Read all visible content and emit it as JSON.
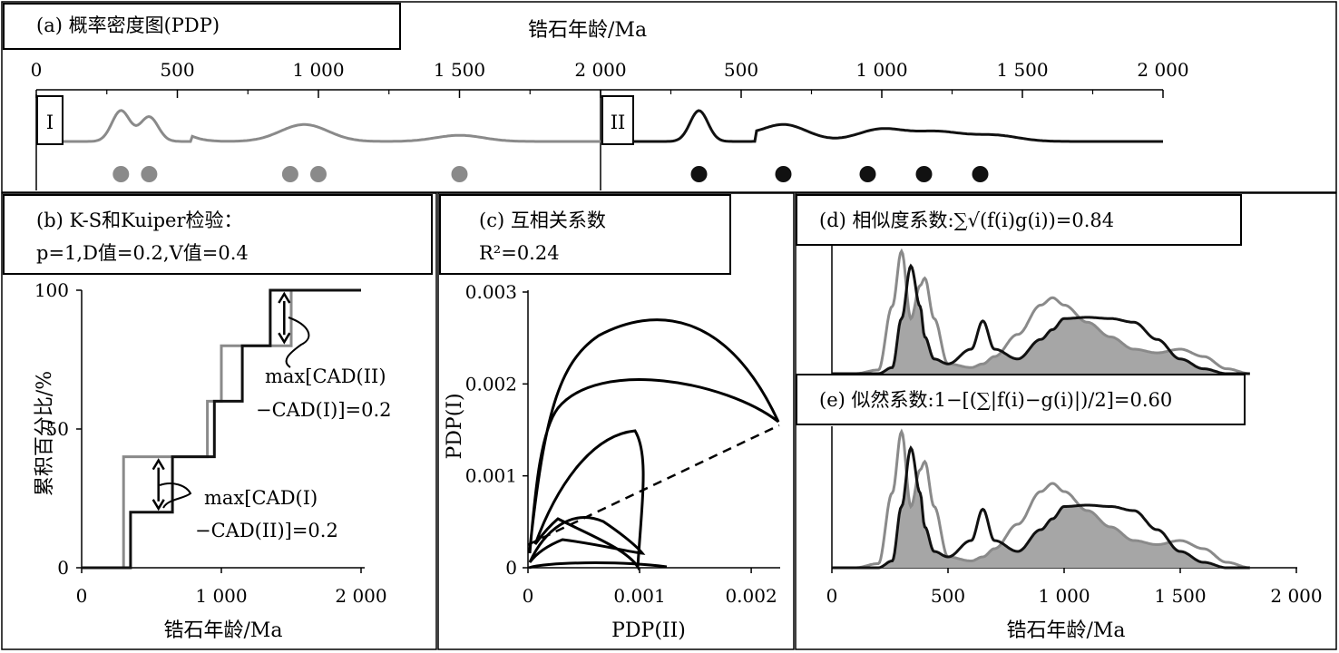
{
  "colors": {
    "sample_I": "#8a8a8a",
    "sample_II": "#111111",
    "fill": "#a6a6a6"
  },
  "chart_data": [
    {
      "panel": "a",
      "type": "line",
      "title": "(a) 概率密度图(PDP)",
      "xlabel": "锆石年龄/Ma",
      "xticks": [
        "0",
        "500",
        "1 000",
        "1 500",
        "2 000"
      ],
      "xticks_II": [
        "500",
        "1 000",
        "1 500",
        "2 000"
      ],
      "xlim": [
        0,
        2000
      ],
      "sample_labels": [
        "I",
        "II"
      ],
      "series": [
        {
          "name": "I",
          "peaks": [
            {
              "x": 300,
              "h": 1.0
            },
            {
              "x": 400,
              "h": 0.8
            },
            {
              "x": 950,
              "h": 0.55
            },
            {
              "x": 1500,
              "h": 0.2
            }
          ],
          "dots": [
            300,
            400,
            900,
            1000,
            1500
          ]
        },
        {
          "name": "II",
          "peaks": [
            {
              "x": 350,
              "h": 1.0
            },
            {
              "x": 650,
              "h": 0.55
            },
            {
              "x": 1000,
              "h": 0.4
            },
            {
              "x": 1200,
              "h": 0.3
            },
            {
              "x": 1400,
              "h": 0.2
            }
          ],
          "dots": [
            350,
            650,
            950,
            1150,
            1350
          ]
        }
      ]
    },
    {
      "panel": "b",
      "type": "line",
      "title_line1": "(b) K-S和Kuiper检验：",
      "title_line2": "p=1,D值=0.2,V值=0.4",
      "xlabel": "锆石年龄/Ma",
      "ylabel": "累积百分比/%",
      "xlim": [
        0,
        2000
      ],
      "ylim": [
        0,
        100
      ],
      "xticks": [
        "0",
        "1 000",
        "2 000"
      ],
      "yticks": [
        "0",
        "50",
        "100"
      ],
      "series": [
        {
          "name": "I",
          "x": [
            0,
            300,
            300,
            400,
            400,
            900,
            900,
            1000,
            1000,
            1500,
            1500,
            2000
          ],
          "y": [
            0,
            0,
            40,
            40,
            40,
            40,
            60,
            60,
            80,
            80,
            100,
            100
          ]
        },
        {
          "name": "II",
          "x": [
            0,
            350,
            350,
            650,
            650,
            950,
            950,
            1150,
            1150,
            1350,
            1350,
            2000
          ],
          "y": [
            0,
            0,
            20,
            20,
            40,
            40,
            60,
            60,
            80,
            80,
            100,
            100
          ]
        }
      ],
      "annotations": [
        {
          "line1": "max[CAD(II)",
          "line2": "−CAD(I)]=0.2",
          "x": 1450,
          "y1": 80,
          "y2": 100
        },
        {
          "line1": "max[CAD(I)",
          "line2": "−CAD(II)]=0.2",
          "x": 550,
          "y1": 20,
          "y2": 40
        }
      ]
    },
    {
      "panel": "c",
      "type": "line",
      "title_line1": "(c) 互相关系数",
      "title_line2": "R²=0.24",
      "xlabel": "PDP(II)",
      "ylabel": "PDP(I)",
      "xlim": [
        0,
        0.0023
      ],
      "ylim": [
        0,
        0.003
      ],
      "xticks": [
        "0",
        "0.001",
        "0.002"
      ],
      "yticks": [
        "0",
        "0.001",
        "0.002",
        "0.003"
      ],
      "regression_line": {
        "x": [
          0,
          0.00225
        ],
        "y": [
          0.00025,
          0.00155
        ]
      }
    },
    {
      "panel": "d",
      "type": "area",
      "title_prefix": "(d) 相似度系数:",
      "title_formula": "∑√(f(i)g(i))=0.84",
      "xlim": [
        0,
        2000
      ],
      "x_dense": [
        0,
        100,
        200,
        260,
        300,
        340,
        380,
        400,
        440,
        500,
        600,
        650,
        700,
        800,
        900,
        950,
        1000,
        1100,
        1200,
        1300,
        1400,
        1500,
        1600,
        1700,
        1800
      ],
      "series": [
        {
          "name": "I",
          "y": [
            0,
            0,
            0.03,
            0.55,
            1.0,
            0.45,
            0.72,
            0.78,
            0.45,
            0.08,
            0.05,
            0.08,
            0.14,
            0.32,
            0.56,
            0.62,
            0.56,
            0.42,
            0.3,
            0.2,
            0.17,
            0.2,
            0.14,
            0.04,
            0
          ]
        },
        {
          "name": "II",
          "y": [
            0,
            0,
            0,
            0.05,
            0.45,
            0.88,
            0.55,
            0.3,
            0.12,
            0.08,
            0.2,
            0.43,
            0.2,
            0.12,
            0.28,
            0.36,
            0.45,
            0.46,
            0.45,
            0.42,
            0.28,
            0.12,
            0.04,
            0,
            0
          ]
        }
      ]
    },
    {
      "panel": "e",
      "type": "area",
      "title_prefix": "(e) 似然系数:",
      "title_formula": "1−[(∑|f(i)−g(i)|)/2]=0.60",
      "xlabel": "锆石年龄/Ma",
      "xlim": [
        0,
        2000
      ],
      "xticks": [
        "0",
        "500",
        "1 000",
        "1 500",
        "2 000"
      ]
    }
  ]
}
